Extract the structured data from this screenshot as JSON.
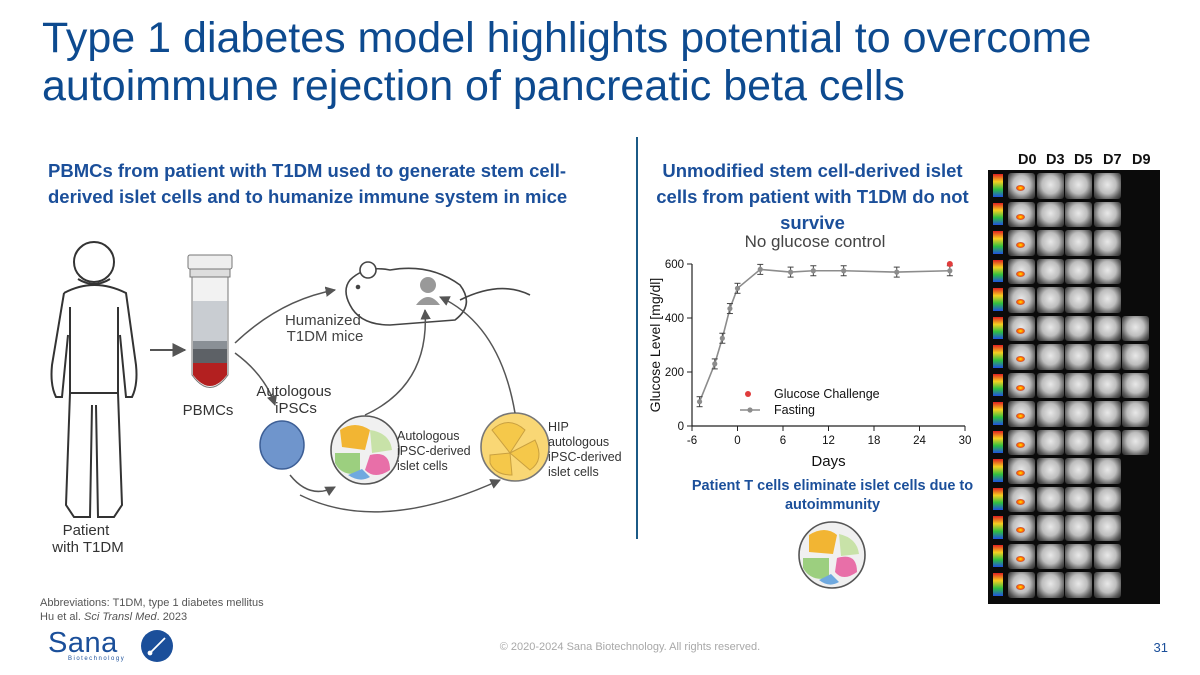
{
  "slide": {
    "title": "Type 1 diabetes model highlights potential to overcome autoimmune rejection of pancreatic beta cells",
    "left_heading": "PBMCs from patient with T1DM used to generate stem cell-derived islet cells and to humanize immune system in mice",
    "right_heading": "Unmodified stem cell-derived islet cells from patient with T1DM do not survive",
    "page_number": "31",
    "copyright": "© 2020-2024 Sana Biotechnology. All rights reserved."
  },
  "diagram": {
    "patient_label": "Patient\nwith T1DM",
    "pbmcs_label": "PBMCs",
    "mice_label": "Humanized\nT1DM mice",
    "ipscs_label": "Autologous\niPSCs",
    "islet_label": "Autologous\niPSC-derived\nislet cells",
    "hip_label": "HIP\nautologous\niPSC-derived\nislet cells"
  },
  "chart_data": {
    "type": "line",
    "title": "No glucose control",
    "xlabel": "Days",
    "ylabel": "Glucose Level [mg/dl]",
    "xlim": [
      -6,
      30
    ],
    "ylim": [
      0,
      600
    ],
    "xticks": [
      -6,
      0,
      6,
      12,
      18,
      24,
      30
    ],
    "yticks": [
      0,
      200,
      400,
      600
    ],
    "series": [
      {
        "name": "Fasting",
        "color": "#8c8c8c",
        "x": [
          -5,
          -3,
          -2,
          -1,
          0,
          3,
          7,
          10,
          14,
          21,
          28
        ],
        "y": [
          90,
          230,
          325,
          435,
          510,
          580,
          570,
          575,
          575,
          570,
          575
        ]
      },
      {
        "name": "Glucose Challenge",
        "color": "#e03c3c",
        "x": [
          28
        ],
        "y": [
          600
        ]
      }
    ],
    "legend_position": "lower-right"
  },
  "caption": "Patient T cells eliminate islet cells due to autoimmunity",
  "imaging": {
    "day_labels": [
      "D0",
      "D3",
      "D5",
      "D7",
      "D9"
    ]
  },
  "footer": {
    "abbreviations": "Abbreviations: T1DM, type 1 diabetes mellitus",
    "ref_prefix": "Hu et al. ",
    "ref_journal": "Sci Transl Med",
    "ref_year": ". 2023"
  },
  "logo": {
    "name": "Sana",
    "tagline": "Biotechnology"
  }
}
